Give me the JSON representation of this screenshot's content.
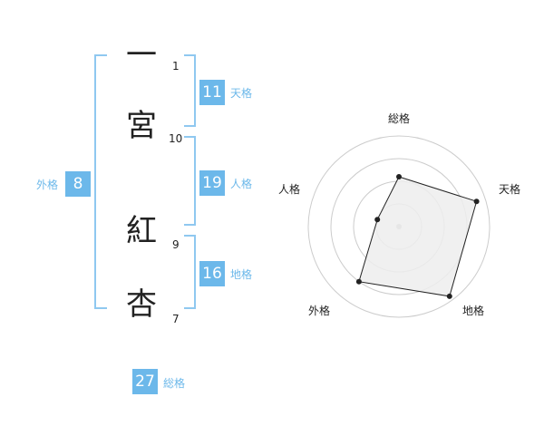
{
  "name_chars": [
    {
      "char": "一",
      "strokes": "1"
    },
    {
      "char": "宮",
      "strokes": "10"
    },
    {
      "char": "紅",
      "strokes": "9"
    },
    {
      "char": "杏",
      "strokes": "7"
    }
  ],
  "fortune": {
    "tenkaku": {
      "label": "天格",
      "value": "11"
    },
    "jinkaku": {
      "label": "人格",
      "value": "19"
    },
    "chikaku": {
      "label": "地格",
      "value": "16"
    },
    "gaikaku": {
      "label": "外格",
      "value": "8"
    },
    "soukaku": {
      "label": "総格",
      "value": "27"
    }
  },
  "radar": {
    "axes": [
      "総格",
      "天格",
      "地格",
      "外格",
      "人格"
    ],
    "scores": [
      0.55,
      0.9,
      0.95,
      0.75,
      0.25
    ],
    "rings": 4,
    "colors": {
      "ring": "#cccccc",
      "fill": "#ededed",
      "line": "#222222",
      "center": "#bbbbbb"
    }
  },
  "colors": {
    "accent": "#6cb8ea",
    "bracket": "#8fc8f0",
    "text": "#222222"
  }
}
